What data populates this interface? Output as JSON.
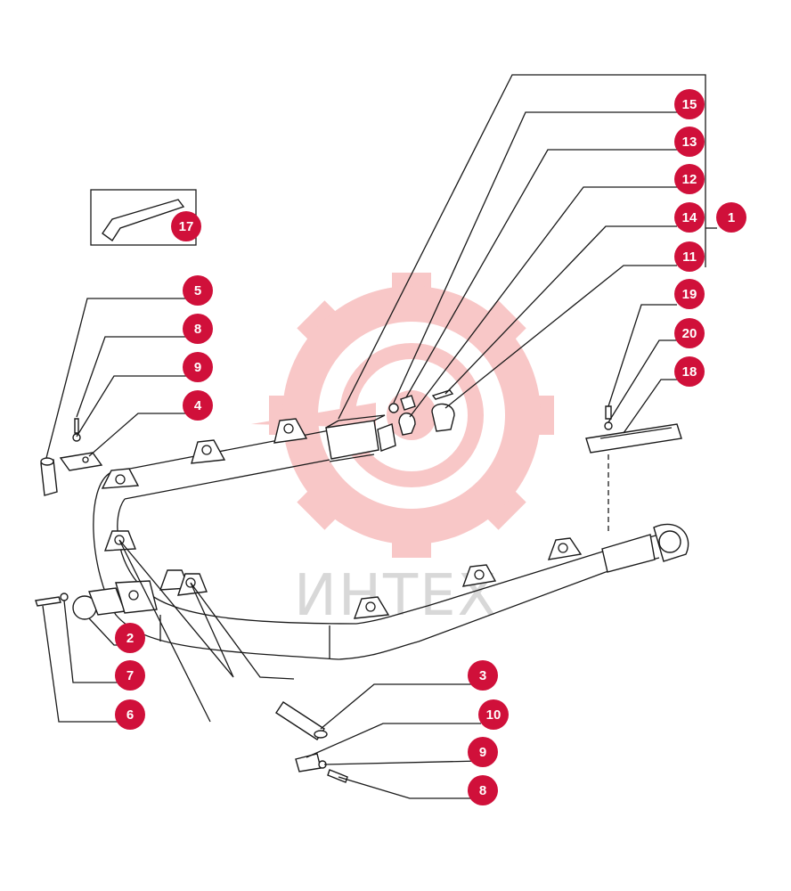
{
  "watermark": {
    "text": "ИНТЕХ",
    "gear_color": "#f39a9a"
  },
  "callout_color": "#d0103a",
  "callouts": [
    "15",
    "13",
    "12",
    "14",
    "11",
    "1",
    "17",
    "5",
    "8",
    "9",
    "4",
    "19",
    "20",
    "18",
    "2",
    "7",
    "6",
    "3",
    "10",
    "9",
    "8"
  ]
}
